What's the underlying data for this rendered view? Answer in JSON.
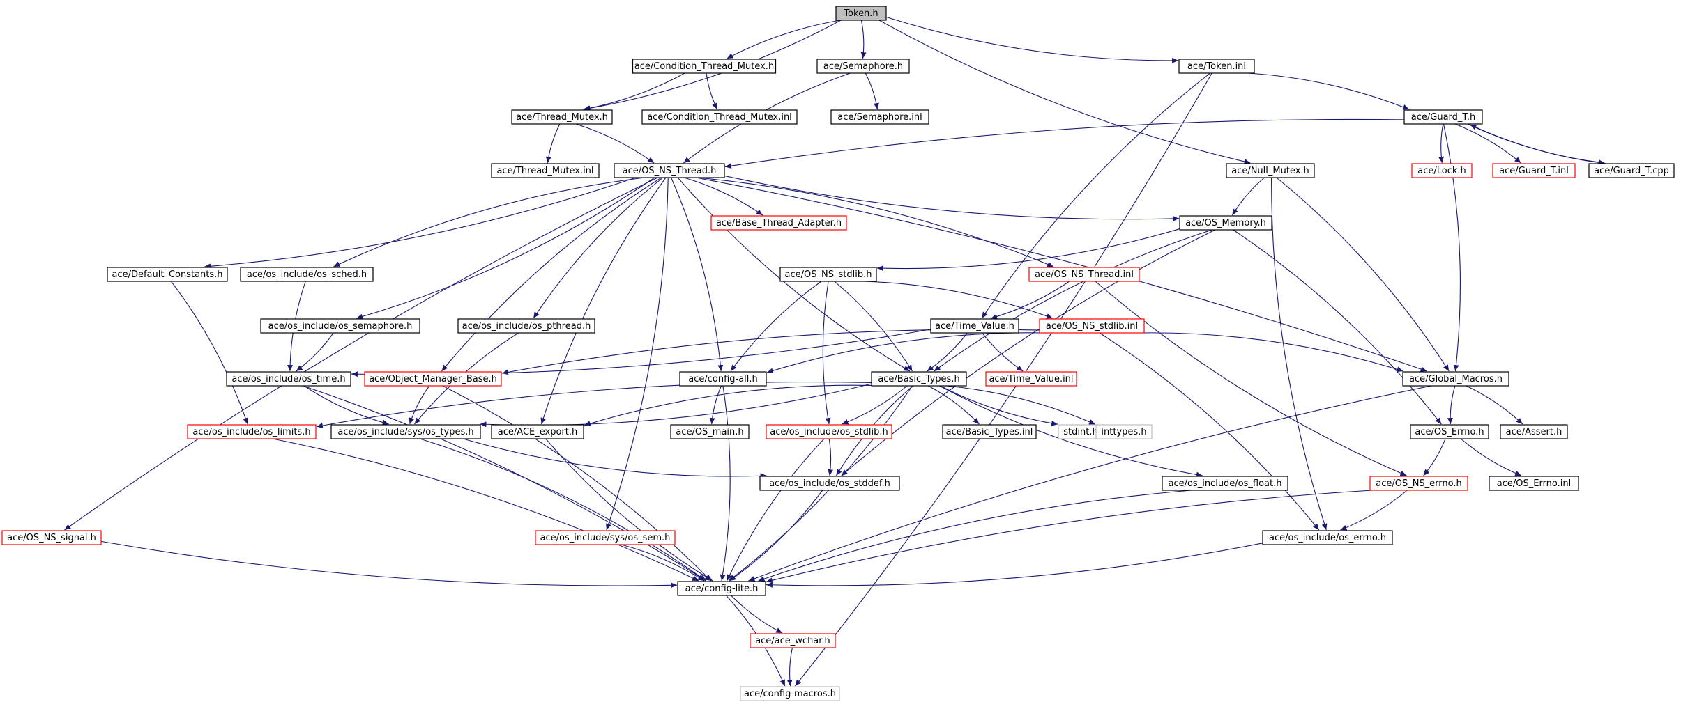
{
  "colors": {
    "edge": "#191970",
    "root_fill": "#bfbfbf",
    "normal_border": "#000000",
    "truncated_border": "#ff0000",
    "external_border": "#bfbfbf",
    "background": "#ffffff"
  },
  "nodes": [
    {
      "id": "token_h",
      "label": "Token.h",
      "kind": "root"
    },
    {
      "id": "cond_mutex_h",
      "label": "ace/Condition_Thread_Mutex.h",
      "kind": "normal"
    },
    {
      "id": "semaphore_h",
      "label": "ace/Semaphore.h",
      "kind": "normal"
    },
    {
      "id": "token_inl",
      "label": "ace/Token.inl",
      "kind": "normal"
    },
    {
      "id": "thread_mutex_h",
      "label": "ace/Thread_Mutex.h",
      "kind": "normal"
    },
    {
      "id": "cond_mutex_inl",
      "label": "ace/Condition_Thread_Mutex.inl",
      "kind": "normal"
    },
    {
      "id": "semaphore_inl",
      "label": "ace/Semaphore.inl",
      "kind": "normal"
    },
    {
      "id": "guard_t_h",
      "label": "ace/Guard_T.h",
      "kind": "normal"
    },
    {
      "id": "thread_mutex_inl",
      "label": "ace/Thread_Mutex.inl",
      "kind": "normal"
    },
    {
      "id": "os_ns_thread_h",
      "label": "ace/OS_NS_Thread.h",
      "kind": "normal"
    },
    {
      "id": "null_mutex_h",
      "label": "ace/Null_Mutex.h",
      "kind": "normal"
    },
    {
      "id": "lock_h",
      "label": "ace/Lock.h",
      "kind": "truncated"
    },
    {
      "id": "guard_t_inl",
      "label": "ace/Guard_T.inl",
      "kind": "truncated"
    },
    {
      "id": "guard_t_cpp",
      "label": "ace/Guard_T.cpp",
      "kind": "normal"
    },
    {
      "id": "base_thread_adapter_h",
      "label": "ace/Base_Thread_Adapter.h",
      "kind": "truncated"
    },
    {
      "id": "os_memory_h",
      "label": "ace/OS_Memory.h",
      "kind": "normal"
    },
    {
      "id": "default_constants_h",
      "label": "ace/Default_Constants.h",
      "kind": "normal"
    },
    {
      "id": "os_sched_h",
      "label": "ace/os_include/os_sched.h",
      "kind": "normal"
    },
    {
      "id": "os_ns_stdlib_h",
      "label": "ace/OS_NS_stdlib.h",
      "kind": "normal"
    },
    {
      "id": "os_ns_thread_inl",
      "label": "ace/OS_NS_Thread.inl",
      "kind": "truncated"
    },
    {
      "id": "os_semaphore_h",
      "label": "ace/os_include/os_semaphore.h",
      "kind": "normal"
    },
    {
      "id": "os_pthread_h",
      "label": "ace/os_include/os_pthread.h",
      "kind": "normal"
    },
    {
      "id": "time_value_h",
      "label": "ace/Time_Value.h",
      "kind": "normal"
    },
    {
      "id": "os_ns_stdlib_inl",
      "label": "ace/OS_NS_stdlib.inl",
      "kind": "truncated"
    },
    {
      "id": "os_time_h",
      "label": "ace/os_include/os_time.h",
      "kind": "normal"
    },
    {
      "id": "object_manager_base_h",
      "label": "ace/Object_Manager_Base.h",
      "kind": "truncated"
    },
    {
      "id": "config_all_h",
      "label": "ace/config-all.h",
      "kind": "normal"
    },
    {
      "id": "basic_types_h",
      "label": "ace/Basic_Types.h",
      "kind": "normal"
    },
    {
      "id": "time_value_inl",
      "label": "ace/Time_Value.inl",
      "kind": "truncated"
    },
    {
      "id": "global_macros_h",
      "label": "ace/Global_Macros.h",
      "kind": "normal"
    },
    {
      "id": "os_limits_h",
      "label": "ace/os_include/os_limits.h",
      "kind": "truncated"
    },
    {
      "id": "os_types_h",
      "label": "ace/os_include/sys/os_types.h",
      "kind": "normal"
    },
    {
      "id": "ace_export_h",
      "label": "ace/ACE_export.h",
      "kind": "normal"
    },
    {
      "id": "os_main_h",
      "label": "ace/OS_main.h",
      "kind": "normal"
    },
    {
      "id": "os_stdlib_h",
      "label": "ace/os_include/os_stdlib.h",
      "kind": "truncated"
    },
    {
      "id": "basic_types_inl",
      "label": "ace/Basic_Types.inl",
      "kind": "normal"
    },
    {
      "id": "stdint_h",
      "label": "stdint.h",
      "kind": "external"
    },
    {
      "id": "inttypes_h",
      "label": "inttypes.h",
      "kind": "external"
    },
    {
      "id": "os_errno_h",
      "label": "ace/OS_Errno.h",
      "kind": "normal"
    },
    {
      "id": "assert_h",
      "label": "ace/Assert.h",
      "kind": "normal"
    },
    {
      "id": "os_stddef_h",
      "label": "ace/os_include/os_stddef.h",
      "kind": "normal"
    },
    {
      "id": "os_float_h",
      "label": "ace/os_include/os_float.h",
      "kind": "normal"
    },
    {
      "id": "os_ns_errno_h",
      "label": "ace/OS_NS_errno.h",
      "kind": "truncated"
    },
    {
      "id": "os_errno_inl",
      "label": "ace/OS_Errno.inl",
      "kind": "normal"
    },
    {
      "id": "os_ns_signal_h",
      "label": "ace/OS_NS_signal.h",
      "kind": "truncated"
    },
    {
      "id": "os_sem_h",
      "label": "ace/os_include/sys/os_sem.h",
      "kind": "truncated"
    },
    {
      "id": "os_inc_errno_h",
      "label": "ace/os_include/os_errno.h",
      "kind": "normal"
    },
    {
      "id": "config_lite_h",
      "label": "ace/config-lite.h",
      "kind": "normal"
    },
    {
      "id": "ace_wchar_h",
      "label": "ace/ace_wchar.h",
      "kind": "truncated"
    },
    {
      "id": "config_macros_h",
      "label": "ace/config-macros.h",
      "kind": "external"
    }
  ],
  "edges": [
    [
      "token_h",
      "cond_mutex_h"
    ],
    [
      "token_h",
      "semaphore_h"
    ],
    [
      "token_h",
      "token_inl"
    ],
    [
      "token_h",
      "thread_mutex_h"
    ],
    [
      "token_h",
      "null_mutex_h"
    ],
    [
      "cond_mutex_h",
      "thread_mutex_h"
    ],
    [
      "cond_mutex_h",
      "cond_mutex_inl"
    ],
    [
      "semaphore_h",
      "semaphore_inl"
    ],
    [
      "semaphore_h",
      "os_ns_thread_h"
    ],
    [
      "token_inl",
      "guard_t_h"
    ],
    [
      "token_inl",
      "time_value_h"
    ],
    [
      "token_inl",
      "config_macros_h"
    ],
    [
      "thread_mutex_h",
      "thread_mutex_inl"
    ],
    [
      "thread_mutex_h",
      "os_ns_thread_h"
    ],
    [
      "guard_t_h",
      "lock_h"
    ],
    [
      "guard_t_h",
      "guard_t_inl"
    ],
    [
      "guard_t_h",
      "guard_t_cpp"
    ],
    [
      "guard_t_h",
      "global_macros_h"
    ],
    [
      "guard_t_h",
      "os_ns_thread_h"
    ],
    [
      "guard_t_cpp",
      "guard_t_h"
    ],
    [
      "null_mutex_h",
      "os_memory_h"
    ],
    [
      "null_mutex_h",
      "global_macros_h"
    ],
    [
      "null_mutex_h",
      "os_inc_errno_h"
    ],
    [
      "os_ns_thread_h",
      "base_thread_adapter_h"
    ],
    [
      "os_ns_thread_h",
      "os_memory_h"
    ],
    [
      "os_ns_thread_h",
      "default_constants_h"
    ],
    [
      "os_ns_thread_h",
      "os_sched_h"
    ],
    [
      "os_ns_thread_h",
      "os_semaphore_h"
    ],
    [
      "os_ns_thread_h",
      "os_pthread_h"
    ],
    [
      "os_ns_thread_h",
      "os_ns_thread_inl"
    ],
    [
      "os_ns_thread_h",
      "object_manager_base_h"
    ],
    [
      "os_ns_thread_h",
      "config_all_h"
    ],
    [
      "os_ns_thread_h",
      "basic_types_h"
    ],
    [
      "os_ns_thread_h",
      "global_macros_h"
    ],
    [
      "os_ns_thread_h",
      "ace_export_h"
    ],
    [
      "os_ns_thread_h",
      "os_sem_h"
    ],
    [
      "os_ns_thread_h",
      "os_ns_signal_h"
    ],
    [
      "os_memory_h",
      "os_ns_stdlib_h"
    ],
    [
      "os_memory_h",
      "basic_types_h"
    ],
    [
      "os_memory_h",
      "os_errno_h"
    ],
    [
      "os_memory_h",
      "os_stddef_h"
    ],
    [
      "default_constants_h",
      "os_limits_h"
    ],
    [
      "os_sched_h",
      "os_time_h"
    ],
    [
      "os_semaphore_h",
      "os_time_h"
    ],
    [
      "os_pthread_h",
      "os_types_h"
    ],
    [
      "os_ns_stdlib_h",
      "os_ns_stdlib_inl"
    ],
    [
      "os_ns_stdlib_h",
      "config_all_h"
    ],
    [
      "os_ns_stdlib_h",
      "basic_types_h"
    ],
    [
      "os_ns_stdlib_h",
      "os_stdlib_h"
    ],
    [
      "os_ns_thread_inl",
      "time_value_h"
    ],
    [
      "os_ns_thread_inl",
      "os_ns_errno_h"
    ],
    [
      "time_value_h",
      "os_time_h"
    ],
    [
      "time_value_h",
      "time_value_inl"
    ],
    [
      "time_value_h",
      "basic_types_h"
    ],
    [
      "os_ns_stdlib_inl",
      "object_manager_base_h"
    ],
    [
      "os_ns_stdlib_inl",
      "global_macros_h"
    ],
    [
      "os_ns_stdlib_inl",
      "config_all_h"
    ],
    [
      "os_ns_stdlib_inl",
      "os_inc_errno_h"
    ],
    [
      "os_time_h",
      "os_types_h"
    ],
    [
      "os_time_h",
      "config_lite_h"
    ],
    [
      "object_manager_base_h",
      "os_types_h"
    ],
    [
      "object_manager_base_h",
      "config_lite_h"
    ],
    [
      "config_all_h",
      "os_main_h"
    ],
    [
      "config_all_h",
      "config_lite_h"
    ],
    [
      "basic_types_h",
      "os_limits_h"
    ],
    [
      "basic_types_h",
      "os_types_h"
    ],
    [
      "basic_types_h",
      "ace_export_h"
    ],
    [
      "basic_types_h",
      "os_stdlib_h"
    ],
    [
      "basic_types_h",
      "os_stddef_h"
    ],
    [
      "basic_types_h",
      "basic_types_inl"
    ],
    [
      "basic_types_h",
      "stdint_h"
    ],
    [
      "basic_types_h",
      "inttypes_h"
    ],
    [
      "basic_types_h",
      "os_float_h"
    ],
    [
      "basic_types_h",
      "config_lite_h"
    ],
    [
      "global_macros_h",
      "os_errno_h"
    ],
    [
      "global_macros_h",
      "assert_h"
    ],
    [
      "global_macros_h",
      "config_lite_h"
    ],
    [
      "os_errno_h",
      "os_ns_errno_h"
    ],
    [
      "os_errno_h",
      "os_errno_inl"
    ],
    [
      "os_ns_errno_h",
      "os_inc_errno_h"
    ],
    [
      "os_ns_errno_h",
      "config_lite_h"
    ],
    [
      "os_limits_h",
      "config_lite_h"
    ],
    [
      "os_types_h",
      "os_stddef_h"
    ],
    [
      "os_types_h",
      "config_lite_h"
    ],
    [
      "ace_export_h",
      "config_lite_h"
    ],
    [
      "os_stdlib_h",
      "os_stddef_h"
    ],
    [
      "os_stdlib_h",
      "config_lite_h"
    ],
    [
      "os_stddef_h",
      "config_lite_h"
    ],
    [
      "os_float_h",
      "config_lite_h"
    ],
    [
      "os_inc_errno_h",
      "config_lite_h"
    ],
    [
      "os_ns_signal_h",
      "config_lite_h"
    ],
    [
      "os_sem_h",
      "config_lite_h"
    ],
    [
      "config_lite_h",
      "ace_wchar_h"
    ],
    [
      "config_lite_h",
      "config_macros_h"
    ],
    [
      "ace_wchar_h",
      "config_macros_h"
    ]
  ]
}
